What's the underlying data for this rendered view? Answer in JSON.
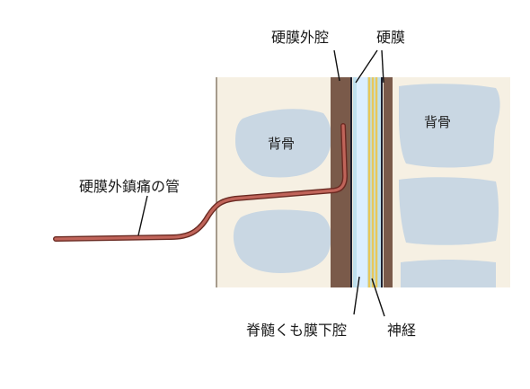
{
  "labels": {
    "epidural_space": "硬膜外腔",
    "dura": "硬膜",
    "vertebra_left": "背骨",
    "vertebra_right": "背骨",
    "catheter": "硬膜外鎮痛の管",
    "subarachnoid": "脊髄くも膜下腔",
    "nerve": "神経"
  },
  "colors": {
    "tissue_background": "#f6f0e3",
    "bone": "#c9d7e3",
    "epidural_fat": "#7a5a4a",
    "dura": "#1e2030",
    "csf": "#bfe0ee",
    "nerve": "#e8c85a",
    "catheter": "#c0645a",
    "catheter_outline": "#6a2a22",
    "leader_line": "#111111"
  }
}
